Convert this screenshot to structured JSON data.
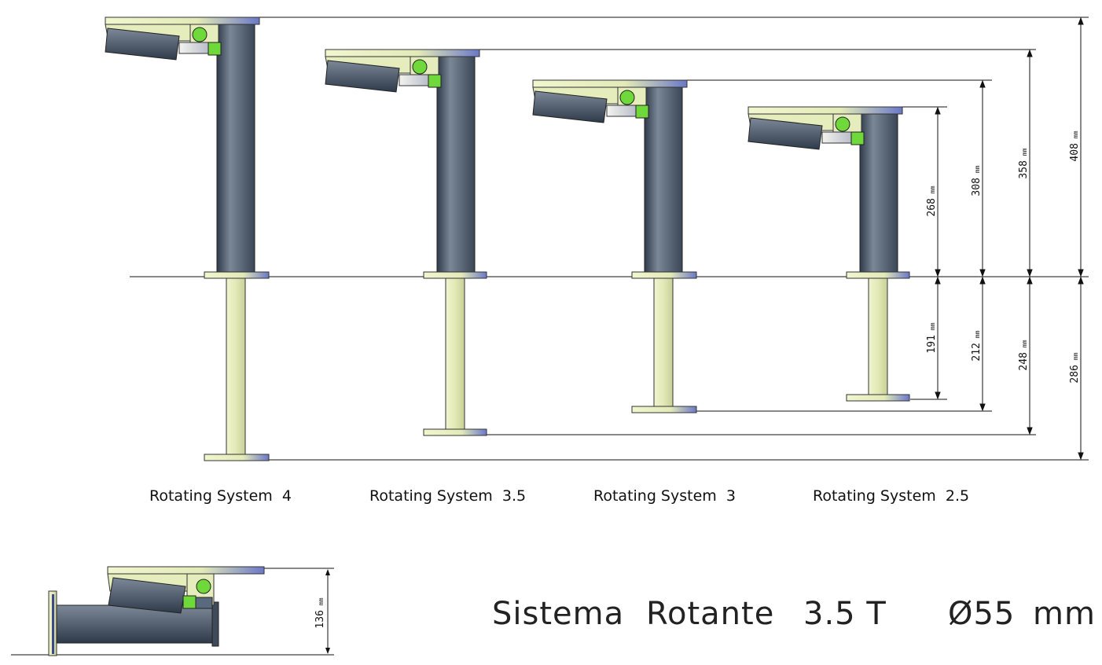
{
  "systems": [
    {
      "name": "Rotating System  4"
    },
    {
      "name": "Rotating System  3.5"
    },
    {
      "name": "Rotating System  3"
    },
    {
      "name": "Rotating System  2.5"
    }
  ],
  "dimensions_upper": [
    {
      "value": "268",
      "unit": "mm"
    },
    {
      "value": "308",
      "unit": "mm"
    },
    {
      "value": "358",
      "unit": "mm"
    },
    {
      "value": "408",
      "unit": "mm"
    }
  ],
  "dimensions_lower": [
    {
      "value": "191",
      "unit": "mm"
    },
    {
      "value": "212",
      "unit": "mm"
    },
    {
      "value": "248",
      "unit": "mm"
    },
    {
      "value": "286",
      "unit": "mm"
    }
  ],
  "collapsed_height": {
    "value": "136",
    "unit": "mm"
  },
  "title": {
    "word1": "Sistema",
    "word2": "Rotante",
    "capacity": "3.5 T",
    "diameter": "Ø55",
    "unit": "mm"
  },
  "colors": {
    "plate": "#e8efc0",
    "cylinder": "#5a6a7e",
    "joint": "#6fd83a",
    "line": "#111111"
  }
}
